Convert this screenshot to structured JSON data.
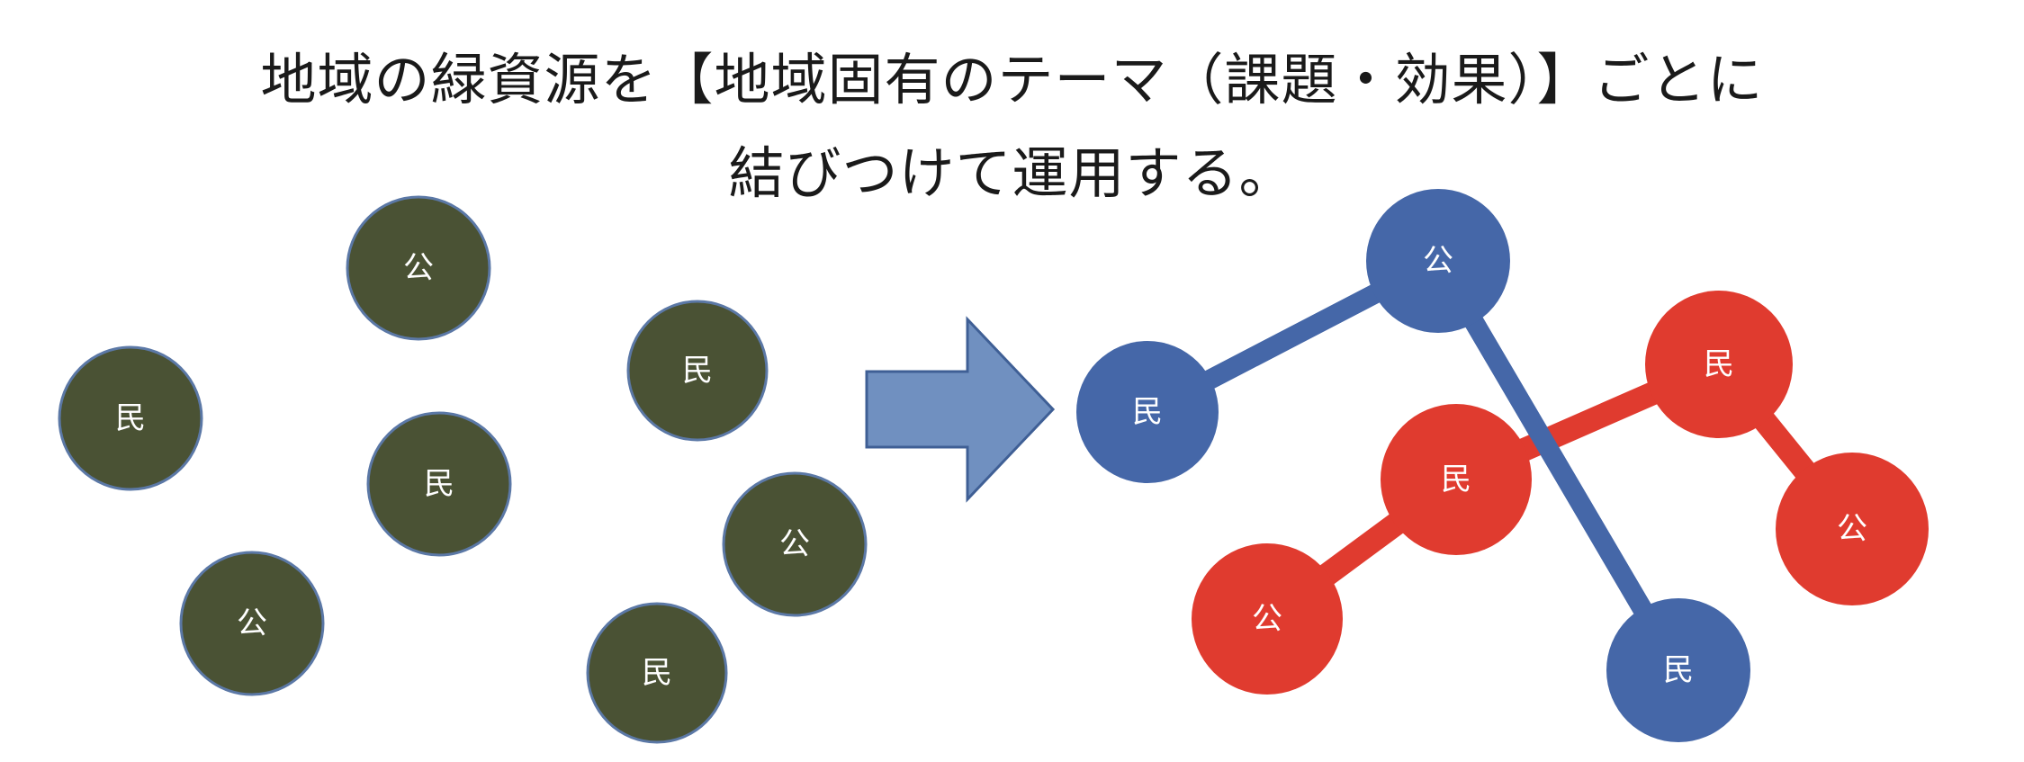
{
  "title": {
    "line1": "地域の緑資源を【地域固有のテーマ（課題・効果）】ごとに",
    "line2": "結びつけて運用する。"
  },
  "labels": {
    "public": "公",
    "private": "民"
  },
  "colors": {
    "scattered_fill": "#4a5234",
    "scattered_stroke": "#5b78a6",
    "network_blue": "#4567a8",
    "network_red": "#e03b2f",
    "arrow_fill": "#7090c0",
    "arrow_stroke": "#3f5f95"
  },
  "scattered_nodes": [
    {
      "id": "s1",
      "label": "公"
    },
    {
      "id": "s2",
      "label": "民"
    },
    {
      "id": "s3",
      "label": "民"
    },
    {
      "id": "s4",
      "label": "民"
    },
    {
      "id": "s5",
      "label": "公"
    },
    {
      "id": "s6",
      "label": "公"
    },
    {
      "id": "s7",
      "label": "民"
    }
  ],
  "network_nodes": [
    {
      "id": "b1",
      "label": "公",
      "group": "blue"
    },
    {
      "id": "b2",
      "label": "民",
      "group": "blue"
    },
    {
      "id": "b3",
      "label": "民",
      "group": "blue"
    },
    {
      "id": "r1",
      "label": "民",
      "group": "red"
    },
    {
      "id": "r2",
      "label": "民",
      "group": "red"
    },
    {
      "id": "r3",
      "label": "公",
      "group": "red"
    },
    {
      "id": "r4",
      "label": "公",
      "group": "red"
    }
  ],
  "network_edges": [
    {
      "from": "b2",
      "to": "b1",
      "group": "blue"
    },
    {
      "from": "b1",
      "to": "b3",
      "group": "blue"
    },
    {
      "from": "r4",
      "to": "r2",
      "group": "red"
    },
    {
      "from": "r2",
      "to": "r1",
      "group": "red"
    },
    {
      "from": "r1",
      "to": "r3",
      "group": "red"
    }
  ]
}
